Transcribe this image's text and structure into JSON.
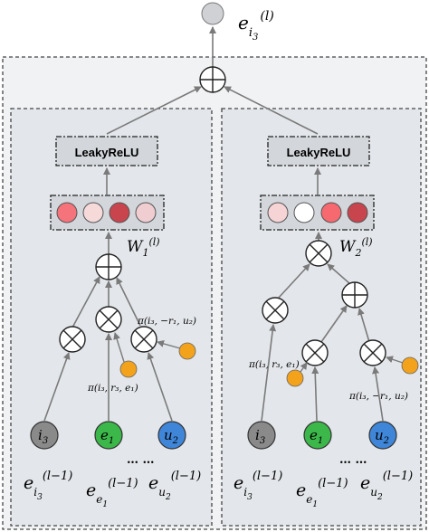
{
  "output": {
    "label": "e",
    "sub": "i",
    "subsub": "3",
    "sup": "(l)"
  },
  "panels": {
    "left": {
      "activation": "LeakyReLU",
      "weight": {
        "base": "W",
        "sub": "1",
        "sup": "(l)"
      },
      "weight_colors": [
        "#f5737b",
        "#f6dada",
        "#c9454e",
        "#f0cdd1"
      ],
      "inputs": [
        {
          "node": "i",
          "node_sub": "3",
          "fill": "#8a8a8a",
          "emb": "e",
          "emb_sub": "i",
          "emb_subsub": "3",
          "emb_sup": "(l−1)"
        },
        {
          "node": "e",
          "node_sub": "1",
          "fill": "#3cb84a",
          "emb": "e",
          "emb_sub": "e",
          "emb_subsub": "1",
          "emb_sup": "(l−1)"
        },
        {
          "node": "u",
          "node_sub": "2",
          "fill": "#3f86d9",
          "emb": "e",
          "emb_sub": "u",
          "emb_subsub": "2",
          "emb_sup": "(l−1)"
        }
      ],
      "ellipsis": "… …",
      "pi_labels": [
        "π(i₃, −r₁, u₂)",
        "π(i₃, r₃, e₁)"
      ]
    },
    "right": {
      "activation": "LeakyReLU",
      "weight": {
        "base": "W",
        "sub": "2",
        "sup": "(l)"
      },
      "weight_colors": [
        "#f6d3d5",
        "#ffffff",
        "#f5696f",
        "#c9454e"
      ],
      "inputs": [
        {
          "node": "i",
          "node_sub": "3",
          "fill": "#8a8a8a",
          "emb": "e",
          "emb_sub": "i",
          "emb_subsub": "3",
          "emb_sup": "(l−1)"
        },
        {
          "node": "e",
          "node_sub": "1",
          "fill": "#3cb84a",
          "emb": "e",
          "emb_sub": "e",
          "emb_subsub": "1",
          "emb_sup": "(l−1)"
        },
        {
          "node": "u",
          "node_sub": "2",
          "fill": "#3f86d9",
          "emb": "e",
          "emb_sub": "u",
          "emb_subsub": "2",
          "emb_sup": "(l−1)"
        }
      ],
      "ellipsis": "… …",
      "pi_labels": [
        "π(i₃, r₃, e₁)",
        "π(i₃, −r₁, u₂)"
      ]
    }
  },
  "colors": {
    "panel_fill": "#e3e6ea",
    "outer_fill": "#f1f2f4",
    "activation_fill": "#d3d7dc",
    "pi_node": "#f2a21b",
    "output_node": "#cfd1d4",
    "arrow": "#7a7a7a"
  }
}
